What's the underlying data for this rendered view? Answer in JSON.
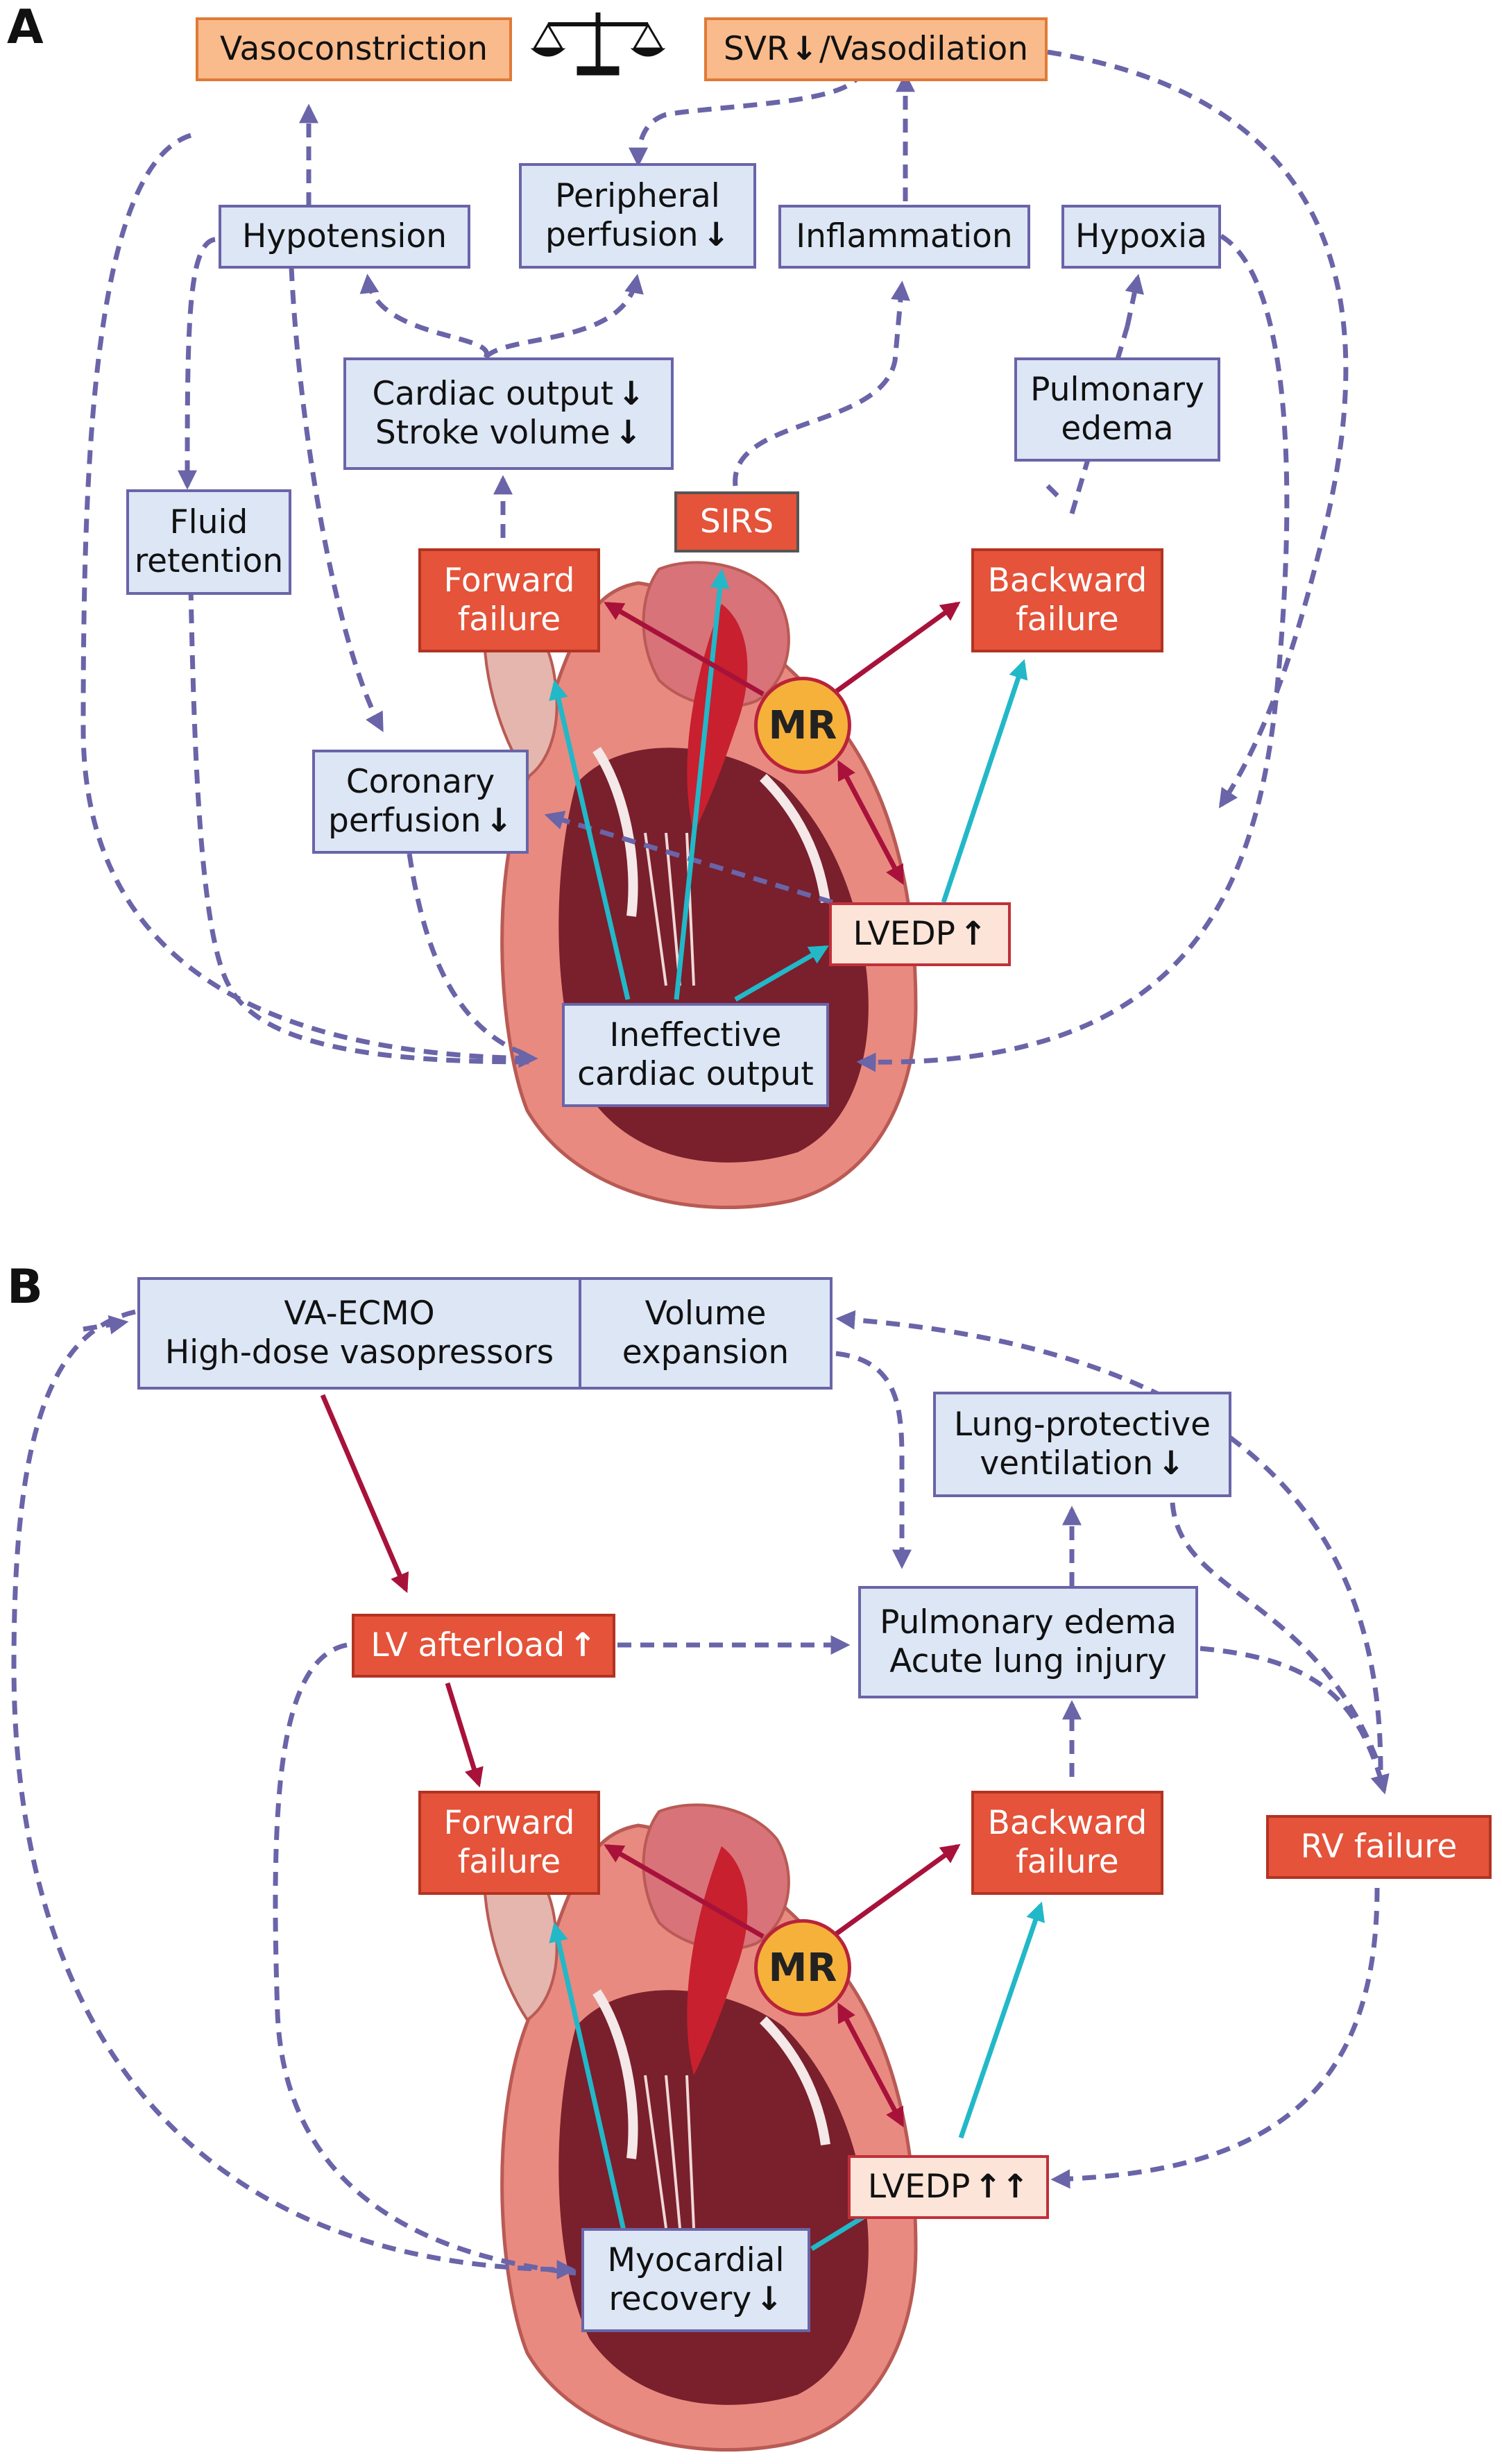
{
  "panel_a": {
    "label": "A",
    "vasoconstriction": "Vasoconstriction",
    "svr": "SVR",
    "svr_arrow": "↓",
    "vasodilation": "/Vasodilation",
    "peripheral_1": "Peripheral",
    "peripheral_2": "perfusion",
    "peripheral_arrow": "↓",
    "hypotension": "Hypotension",
    "inflammation": "Inflammation",
    "hypoxia": "Hypoxia",
    "cardiac_output": "Cardiac output",
    "cardiac_output_arrow": "↓",
    "stroke_volume": "Stroke volume",
    "stroke_volume_arrow": "↓",
    "pulmonary_1": "Pulmonary",
    "pulmonary_2": "edema",
    "fluid_1": "Fluid",
    "fluid_2": "retention",
    "sirs": "SIRS",
    "forward_1": "Forward",
    "forward_2": "failure",
    "backward_1": "Backward",
    "backward_2": "failure",
    "mr": "MR",
    "coronary_1": "Coronary",
    "coronary_2": "perfusion",
    "coronary_arrow": "↓",
    "lvedp": "LVEDP",
    "lvedp_arrow": "↑",
    "ineffective_1": "Ineffective",
    "ineffective_2": "cardiac output"
  },
  "panel_b": {
    "label": "B",
    "vaecmo_1": "VA-ECMO",
    "vaecmo_2": "High-dose vasopressors",
    "volume_1": "Volume",
    "volume_2": "expansion",
    "lung_1": "Lung-protective",
    "lung_2": "ventilation",
    "lung_arrow": "↓",
    "lv_afterload": "LV afterload",
    "lv_afterload_arrow": "↑",
    "pulm_1": "Pulmonary edema",
    "pulm_2": "Acute lung injury",
    "forward_1": "Forward",
    "forward_2": "failure",
    "backward_1": "Backward",
    "backward_2": "failure",
    "rv": "RV failure",
    "mr": "MR",
    "lvedp": "LVEDP",
    "lvedp_arrow": "↑↑",
    "myo_1": "Myocardial",
    "myo_2": "recovery",
    "myo_arrow": "↓"
  },
  "colors": {
    "blue_box": "#dce6f5",
    "purple_line": "#6a64a8",
    "red_box": "#e4533a",
    "orange_box": "#f9bb8c",
    "cyan_arrow": "#22b8c8",
    "crimson_arrow": "#a8123a",
    "heart": "#e98a80"
  },
  "icons": {
    "scale": "balance-scale-icon"
  }
}
